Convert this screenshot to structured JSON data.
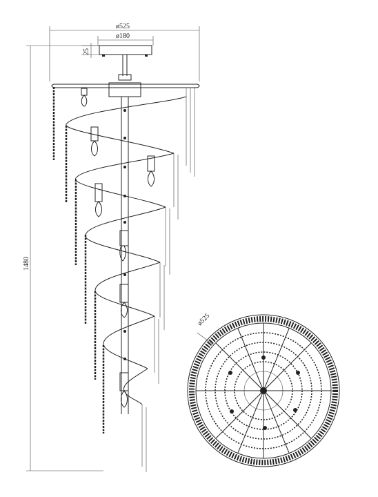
{
  "dimensions": {
    "overall_diameter": "ø525",
    "canopy_diameter": "ø180",
    "canopy_height": "25",
    "overall_height": "1480",
    "plan_diameter": "ø525"
  },
  "colors": {
    "line": "#222222",
    "background": "#ffffff"
  }
}
